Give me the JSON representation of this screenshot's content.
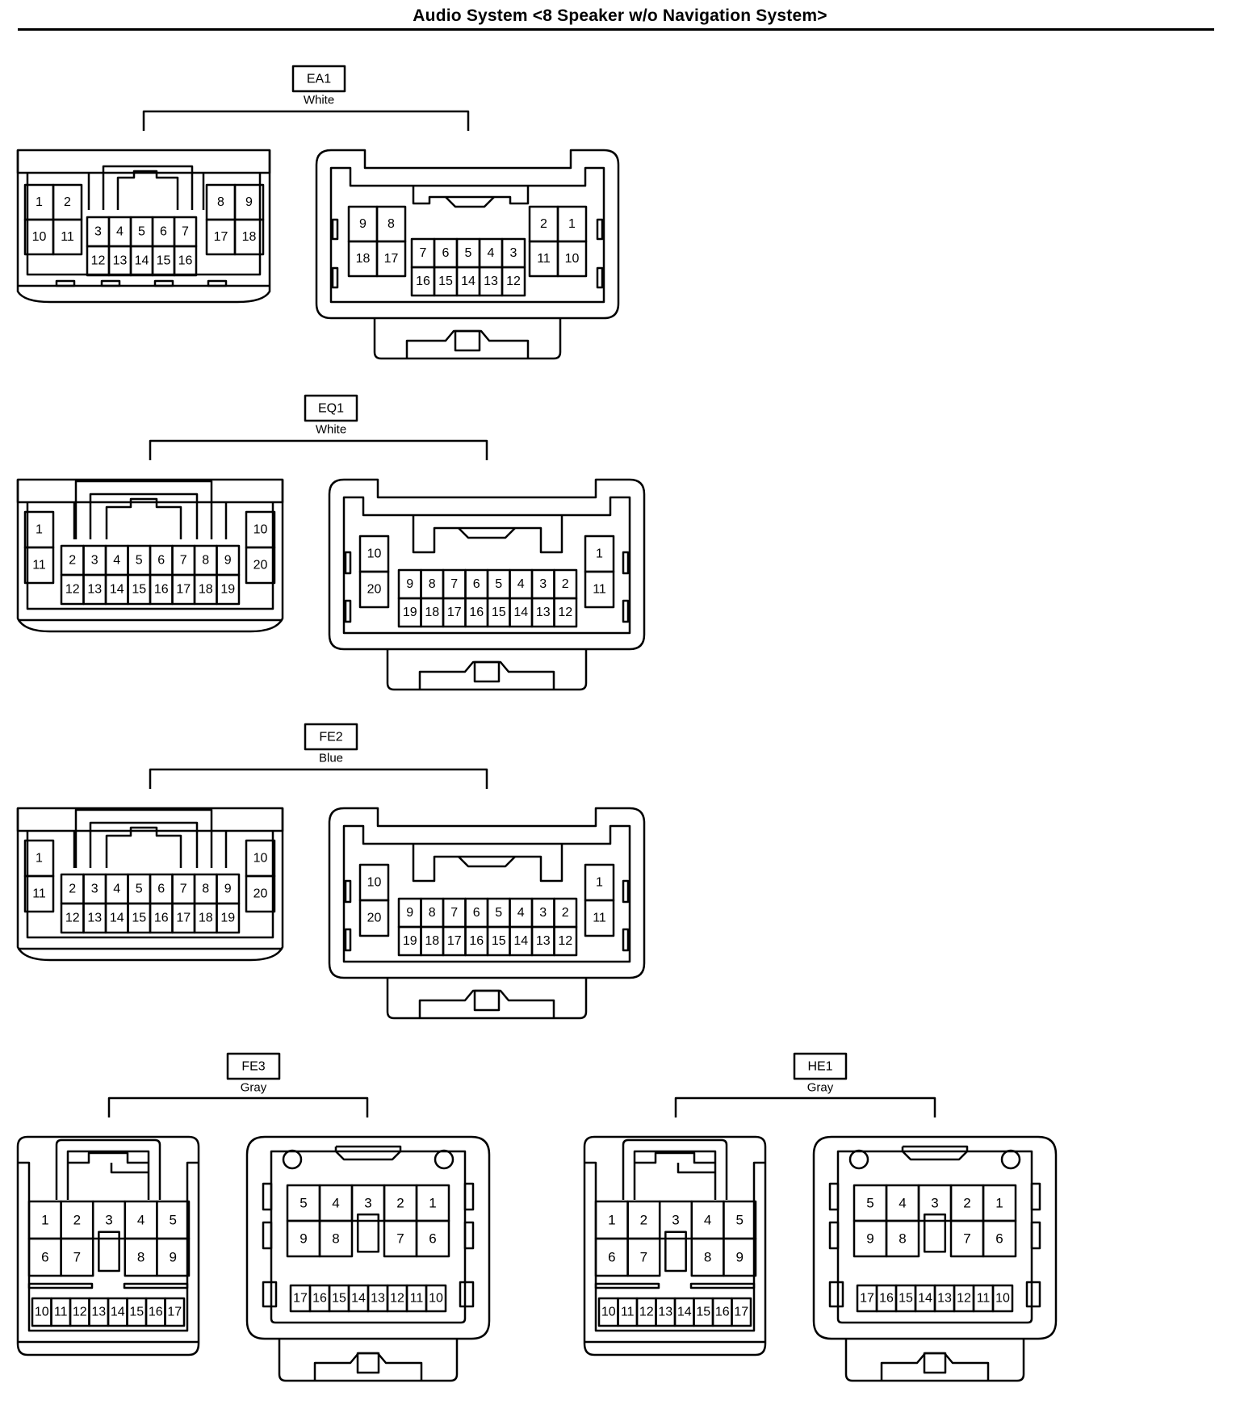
{
  "title": "Audio System <8 Speaker w/o Navigation System>",
  "connectors": [
    {
      "code": "EA1",
      "color": "White",
      "style": "ea1",
      "left_housing": {
        "left_block": [
          [
            "1",
            "2"
          ],
          [
            "10",
            "11"
          ]
        ],
        "center_block": [
          [
            "3",
            "4",
            "5",
            "6",
            "7"
          ],
          [
            "12",
            "13",
            "14",
            "15",
            "16"
          ]
        ],
        "right_block": [
          [
            "8",
            "9"
          ],
          [
            "17",
            "18"
          ]
        ]
      },
      "right_housing": {
        "left_block": [
          [
            "9",
            "8"
          ],
          [
            "18",
            "17"
          ]
        ],
        "center_block": [
          [
            "7",
            "6",
            "5",
            "4",
            "3"
          ],
          [
            "16",
            "15",
            "14",
            "13",
            "12"
          ]
        ],
        "right_block": [
          [
            "2",
            "1"
          ],
          [
            "11",
            "10"
          ]
        ]
      }
    },
    {
      "code": "EQ1",
      "color": "White",
      "style": "eq",
      "left_housing": {
        "left_block": [
          [
            "1"
          ],
          [
            "11"
          ]
        ],
        "center_block": [
          [
            "2",
            "3",
            "4",
            "5",
            "6",
            "7",
            "8",
            "9"
          ],
          [
            "12",
            "13",
            "14",
            "15",
            "16",
            "17",
            "18",
            "19"
          ]
        ],
        "right_block": [
          [
            "10"
          ],
          [
            "20"
          ]
        ]
      },
      "right_housing": {
        "left_block": [
          [
            "10"
          ],
          [
            "20"
          ]
        ],
        "center_block": [
          [
            "9",
            "8",
            "7",
            "6",
            "5",
            "4",
            "3",
            "2"
          ],
          [
            "19",
            "18",
            "17",
            "16",
            "15",
            "14",
            "13",
            "12"
          ]
        ],
        "right_block": [
          [
            "1"
          ],
          [
            "11"
          ]
        ]
      }
    },
    {
      "code": "FE2",
      "color": "Blue",
      "style": "eq",
      "left_housing": {
        "left_block": [
          [
            "1"
          ],
          [
            "11"
          ]
        ],
        "center_block": [
          [
            "2",
            "3",
            "4",
            "5",
            "6",
            "7",
            "8",
            "9"
          ],
          [
            "12",
            "13",
            "14",
            "15",
            "16",
            "17",
            "18",
            "19"
          ]
        ],
        "right_block": [
          [
            "10"
          ],
          [
            "20"
          ]
        ]
      },
      "right_housing": {
        "left_block": [
          [
            "10"
          ],
          [
            "20"
          ]
        ],
        "center_block": [
          [
            "9",
            "8",
            "7",
            "6",
            "5",
            "4",
            "3",
            "2"
          ],
          [
            "19",
            "18",
            "17",
            "16",
            "15",
            "14",
            "13",
            "12"
          ]
        ],
        "right_block": [
          [
            "1"
          ],
          [
            "11"
          ]
        ]
      }
    },
    {
      "code": "FE3",
      "color": "Gray",
      "style": "fe",
      "left_housing": {
        "top_rows": [
          [
            "1",
            "2",
            "3",
            "4",
            "5"
          ],
          [
            "6",
            "7",
            "",
            "8",
            "9"
          ]
        ],
        "bottom_row": [
          "10",
          "11",
          "12",
          "13",
          "14",
          "15",
          "16",
          "17"
        ]
      },
      "right_housing": {
        "top_rows": [
          [
            "5",
            "4",
            "3",
            "2",
            "1"
          ],
          [
            "9",
            "8",
            "",
            "7",
            "6"
          ]
        ],
        "bottom_row": [
          "17",
          "16",
          "15",
          "14",
          "13",
          "12",
          "11",
          "10"
        ]
      }
    },
    {
      "code": "HE1",
      "color": "Gray",
      "style": "fe",
      "left_housing": {
        "top_rows": [
          [
            "1",
            "2",
            "3",
            "4",
            "5"
          ],
          [
            "6",
            "7",
            "",
            "8",
            "9"
          ]
        ],
        "bottom_row": [
          "10",
          "11",
          "12",
          "13",
          "14",
          "15",
          "16",
          "17"
        ]
      },
      "right_housing": {
        "top_rows": [
          [
            "5",
            "4",
            "3",
            "2",
            "1"
          ],
          [
            "9",
            "8",
            "",
            "7",
            "6"
          ]
        ],
        "bottom_row": [
          "17",
          "16",
          "15",
          "14",
          "13",
          "12",
          "11",
          "10"
        ]
      }
    }
  ]
}
